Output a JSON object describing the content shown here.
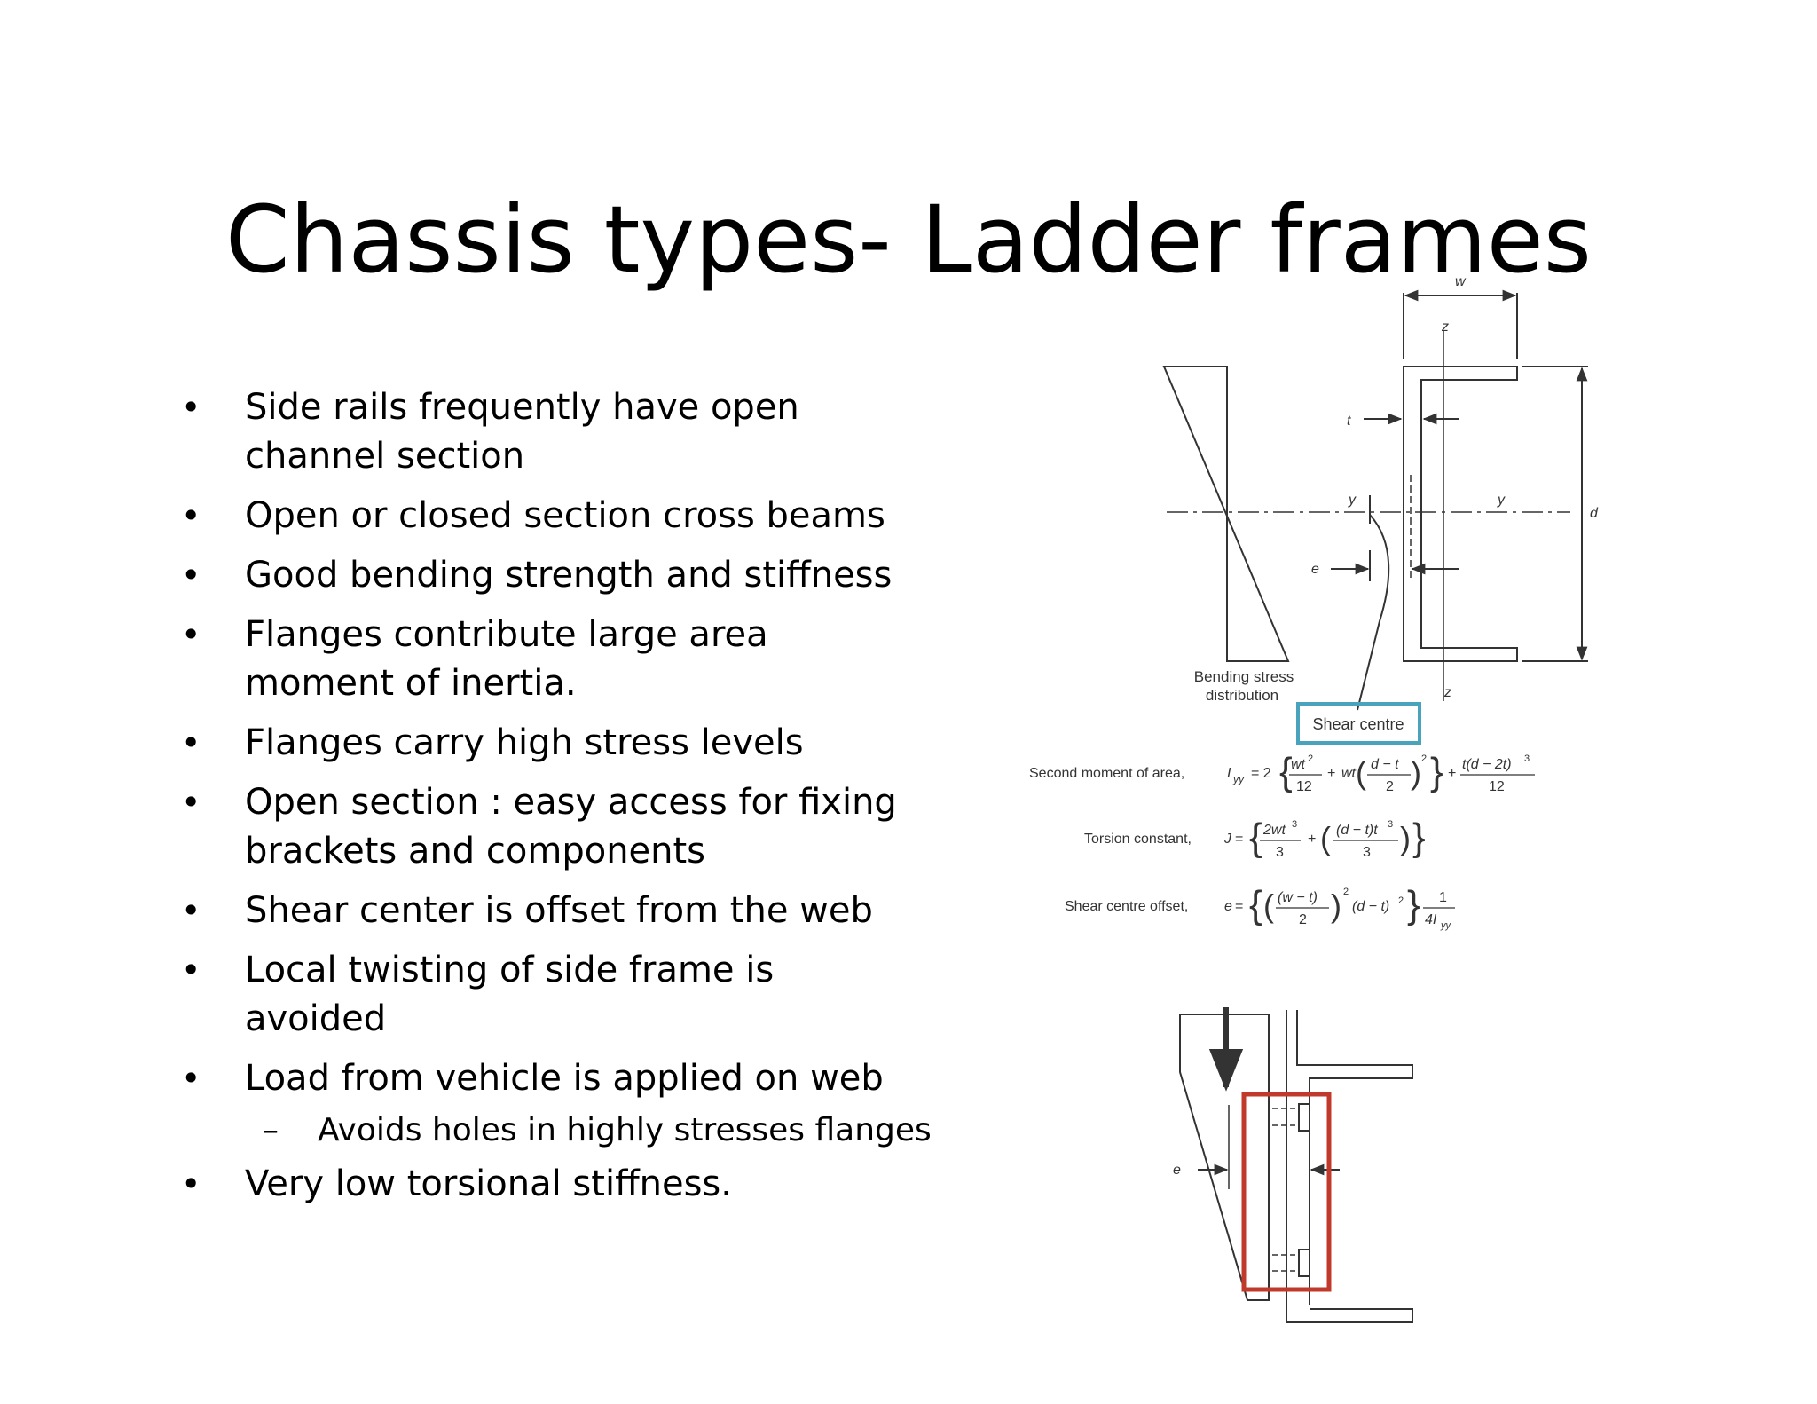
{
  "slide": {
    "title": "Chassis types- Ladder frames",
    "bullet_marker": "•",
    "dash_marker": "–",
    "bullets": [
      {
        "lines": [
          "Side rails frequently have open",
          "channel section"
        ]
      },
      {
        "lines": [
          "Open or closed section cross beams"
        ]
      },
      {
        "lines": [
          "Good bending strength and stiffness"
        ]
      },
      {
        "lines": [
          "Flanges contribute large area",
          "moment of inertia."
        ]
      },
      {
        "lines": [
          "Flanges carry high stress levels"
        ]
      },
      {
        "lines": [
          "Open section : easy access for fixing",
          "brackets and components"
        ]
      },
      {
        "lines": [
          "Shear center is offset from the web"
        ]
      },
      {
        "lines": [
          "Local twisting of side frame is",
          "avoided"
        ]
      },
      {
        "lines": [
          "Load from vehicle is applied on web"
        ]
      }
    ],
    "sub_bullet": "Avoids holes in highly stresses flanges",
    "last_bullet": "Very low torsional stiffness."
  },
  "diagram": {
    "labels": {
      "w": "w",
      "z_top": "z",
      "z_bottom": "z",
      "t": "t",
      "y_left": "y",
      "y_right": "y",
      "d": "d",
      "e": "e",
      "bending_line1": "Bending stress",
      "bending_line2": "distribution",
      "shear_centre": "Shear centre",
      "e_lower": "e"
    },
    "formulas": {
      "second_moment_label": "Second moment of area,",
      "second_moment_lhs": "I",
      "second_moment_sub": "yy",
      "torsion_label": "Torsion constant,",
      "torsion_lhs": "J",
      "shear_offset_label": "Shear centre offset,",
      "shear_offset_lhs": "e"
    },
    "colors": {
      "shear_box": "#4aa3bd",
      "load_box": "#c0392b",
      "line": "#333333"
    }
  }
}
